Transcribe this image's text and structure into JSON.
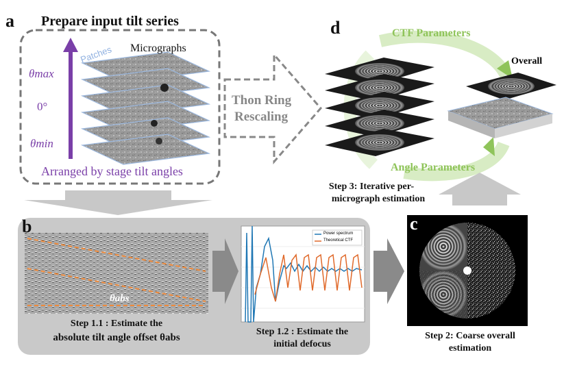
{
  "panel_a": {
    "letter": "a",
    "title": "Prepare input tilt series",
    "micrographs_label": "Micrographs",
    "patches_label": "Patches",
    "theta_max": "θmax",
    "zero_deg": "0°",
    "theta_min": "θmin",
    "bottom_caption": "Arranged by stage tilt angles"
  },
  "middle_arrow": {
    "line1": "Thon Ring",
    "line2": "Rescaling"
  },
  "panel_d": {
    "letter": "d",
    "ctf_label": "CTF Parameters",
    "angle_label": "Angle Parameters",
    "overall_label": "Overall",
    "step3_line1": "Step 3: Iterative per-",
    "step3_line2": "micrograph estimation"
  },
  "panel_b": {
    "letter": "b",
    "theta_abs": "θabs",
    "step11_line1": "Step 1.1 : Estimate the",
    "step11_line2": "absolute tilt angle offset θabs",
    "step12_line1": "Step 1.2 : Estimate the",
    "step12_line2": "initial defocus",
    "legend_power": "Power spectrum",
    "legend_theory": "Theoretical CTF"
  },
  "panel_c": {
    "letter": "c",
    "step2_line1": "Step 2: Coarse overall",
    "step2_line2": "estimation"
  },
  "colors": {
    "purple": "#7a3fa8",
    "green": "#8fc45a",
    "gray_arrow": "#c8c8c8",
    "dark_arrow": "#8a8a8a",
    "blue_line": "#1f77b4",
    "orange_line": "#e0692a",
    "dash_orange": "#f08a3a"
  }
}
